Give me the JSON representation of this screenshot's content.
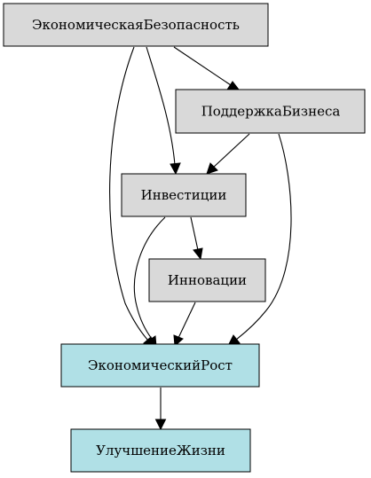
{
  "diagram": {
    "nodes": {
      "economic_security": {
        "label": "ЭкономическаяБезопасность",
        "fill": "#d9d9d9"
      },
      "business_support": {
        "label": "ПоддержкаБизнеса",
        "fill": "#d9d9d9"
      },
      "investments": {
        "label": "Инвестиции",
        "fill": "#d9d9d9"
      },
      "innovations": {
        "label": "Инновации",
        "fill": "#d9d9d9"
      },
      "economic_growth": {
        "label": "ЭкономическийРост",
        "fill": "#b0e0e6"
      },
      "life_improvement": {
        "label": "УлучшениеЖизни",
        "fill": "#b0e0e6"
      }
    },
    "edges": [
      {
        "from": "economic_security",
        "to": "business_support"
      },
      {
        "from": "economic_security",
        "to": "investments"
      },
      {
        "from": "economic_security",
        "to": "economic_growth"
      },
      {
        "from": "business_support",
        "to": "investments"
      },
      {
        "from": "business_support",
        "to": "economic_growth"
      },
      {
        "from": "investments",
        "to": "innovations"
      },
      {
        "from": "investments",
        "to": "economic_growth"
      },
      {
        "from": "innovations",
        "to": "economic_growth"
      },
      {
        "from": "economic_growth",
        "to": "life_improvement"
      }
    ]
  }
}
